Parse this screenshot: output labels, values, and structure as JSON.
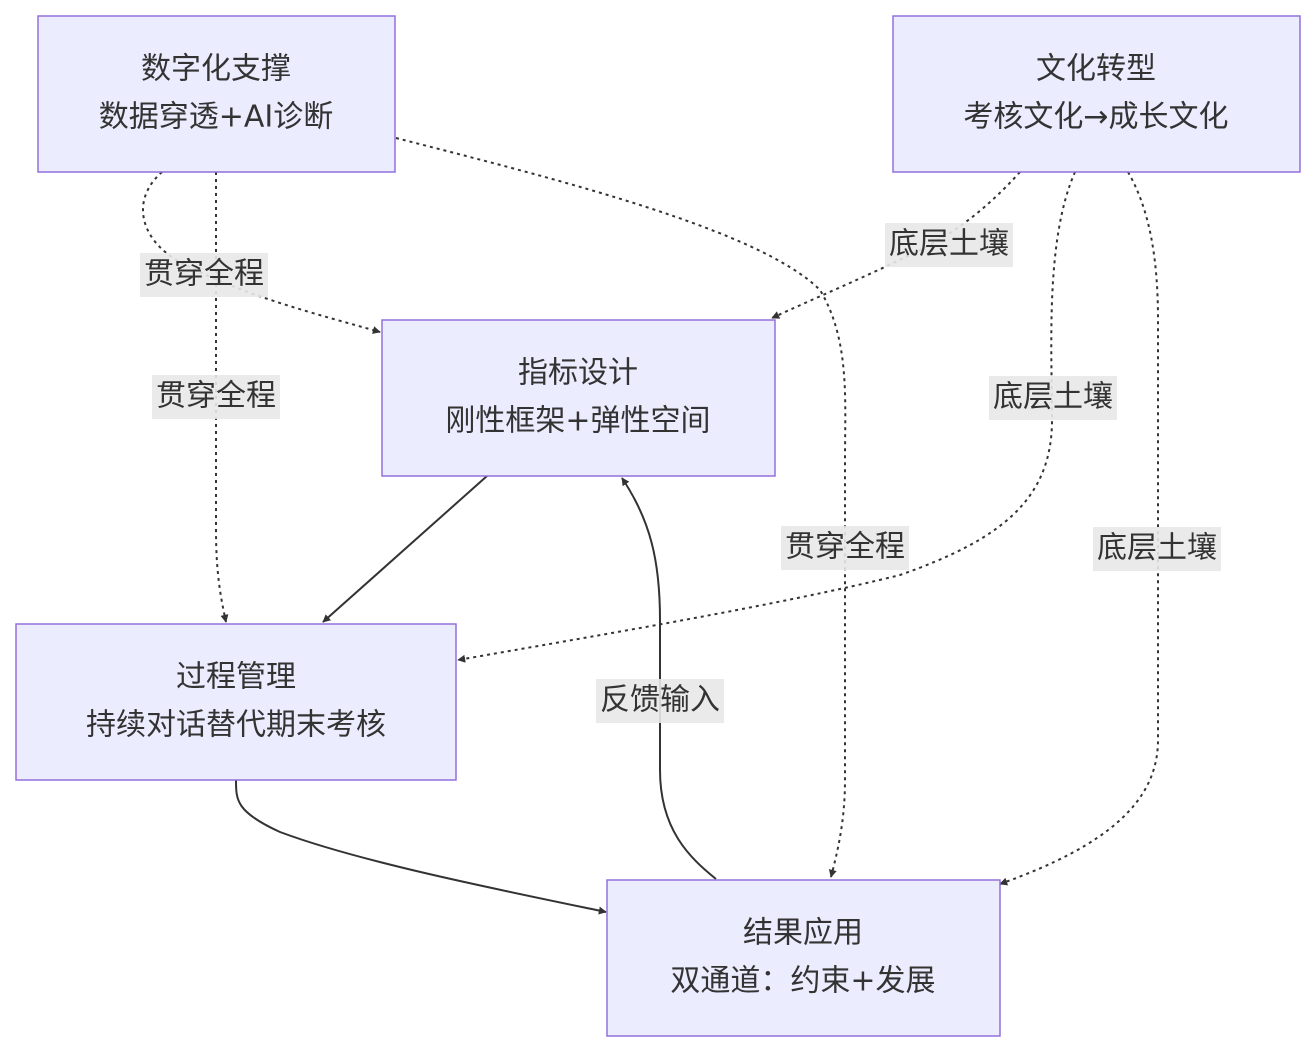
{
  "nodes": {
    "digital": {
      "line1": "数字化支撑",
      "line2": "数据穿透+AI诊断"
    },
    "culture": {
      "line1": "文化转型",
      "line2": "考核文化→成长文化"
    },
    "indicator": {
      "line1": "指标设计",
      "line2": "刚性框架+弹性空间"
    },
    "process": {
      "line1": "过程管理",
      "line2": "持续对话替代期末考核"
    },
    "result": {
      "line1": "结果应用",
      "line2": "双通道：约束+发展"
    }
  },
  "edges": {
    "digital_indicator": "贯穿全程",
    "digital_process": "贯穿全程",
    "digital_result": "贯穿全程",
    "culture_indicator": "底层土壤",
    "culture_process": "底层土壤",
    "culture_result": "底层土壤",
    "result_indicator": "反馈输入"
  },
  "colors": {
    "node_fill": "#ECECFF",
    "node_border": "#9370DB",
    "edge": "#333333",
    "label_bg": "#e8e8e8"
  }
}
